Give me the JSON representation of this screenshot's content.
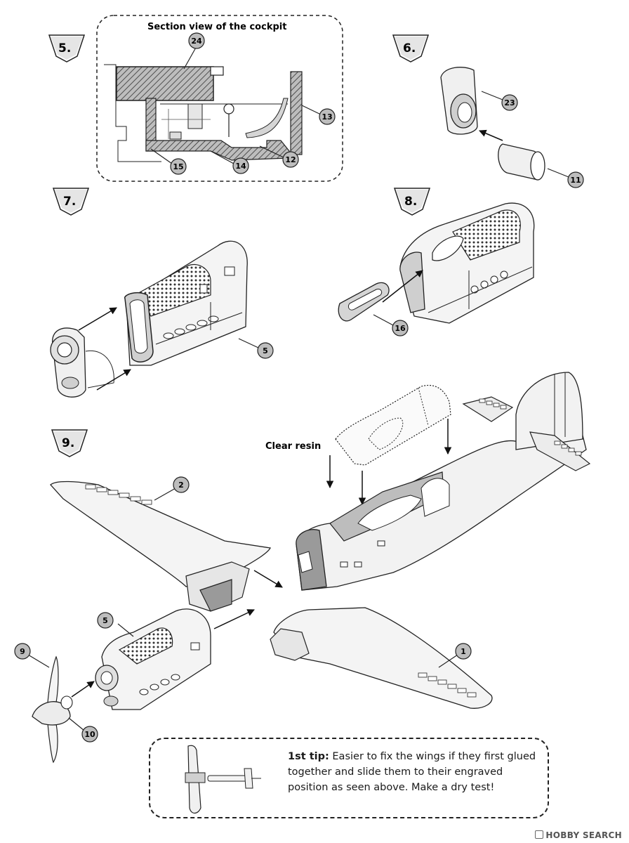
{
  "steps": {
    "s5": {
      "number": "5.",
      "title": "Section view of the cockpit"
    },
    "s6": {
      "number": "6."
    },
    "s7": {
      "number": "7."
    },
    "s8": {
      "number": "8."
    },
    "s9": {
      "number": "9.",
      "clear_label": "Clear resin"
    }
  },
  "callouts": {
    "c24": "24",
    "c13": "13",
    "c12": "12",
    "c14": "14",
    "c15": "15",
    "c23": "23",
    "c11": "11",
    "c5a": "5",
    "c16": "16",
    "c2": "2",
    "c1": "1",
    "c5b": "5",
    "c9": "9",
    "c10": "10"
  },
  "tip": {
    "title": "1st tip:",
    "body": " Easier to fix the wings if they first glued together and slide them to their engraved position as seen above. Make a dry test!"
  },
  "watermark": {
    "text": "HOBBY SEARCH",
    "icon": "hobby-search-logo-icon"
  }
}
